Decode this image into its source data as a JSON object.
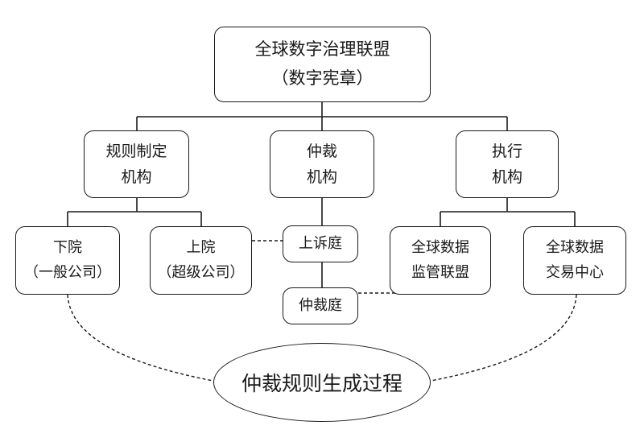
{
  "root": {
    "line1": "全球数字治理联盟",
    "line2": "（数字宪章）"
  },
  "rule_body": {
    "line1": "规则制定",
    "line2": "机构"
  },
  "arbitration_body": {
    "line1": "仲裁",
    "line2": "机构"
  },
  "execution_body": {
    "line1": "执行",
    "line2": "机构"
  },
  "lower_house": {
    "line1": "下院",
    "line2": "（一般公司）"
  },
  "upper_house": {
    "line1": "上院",
    "line2": "（超级公司）"
  },
  "appeal_court": {
    "label": "上诉庭"
  },
  "arbitration_court": {
    "label": "仲裁庭"
  },
  "data_supervision": {
    "line1": "全球数据",
    "line2": "监管联盟"
  },
  "data_exchange": {
    "line1": "全球数据",
    "line2": "交易中心"
  },
  "process": {
    "label": "仲裁规则生成过程"
  }
}
